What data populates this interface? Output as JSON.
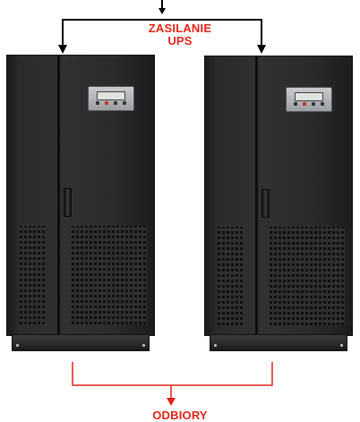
{
  "labels": {
    "top_line1": "ZASILANIE",
    "top_line2": "UPS",
    "bottom": "ODBIORY"
  },
  "colors": {
    "supply_wire": "#000000",
    "load_wire": "#e2231a",
    "label": "#e2231a"
  },
  "cabinets": [
    {
      "name": "ups-cabinet-left"
    },
    {
      "name": "ups-cabinet-right"
    }
  ]
}
